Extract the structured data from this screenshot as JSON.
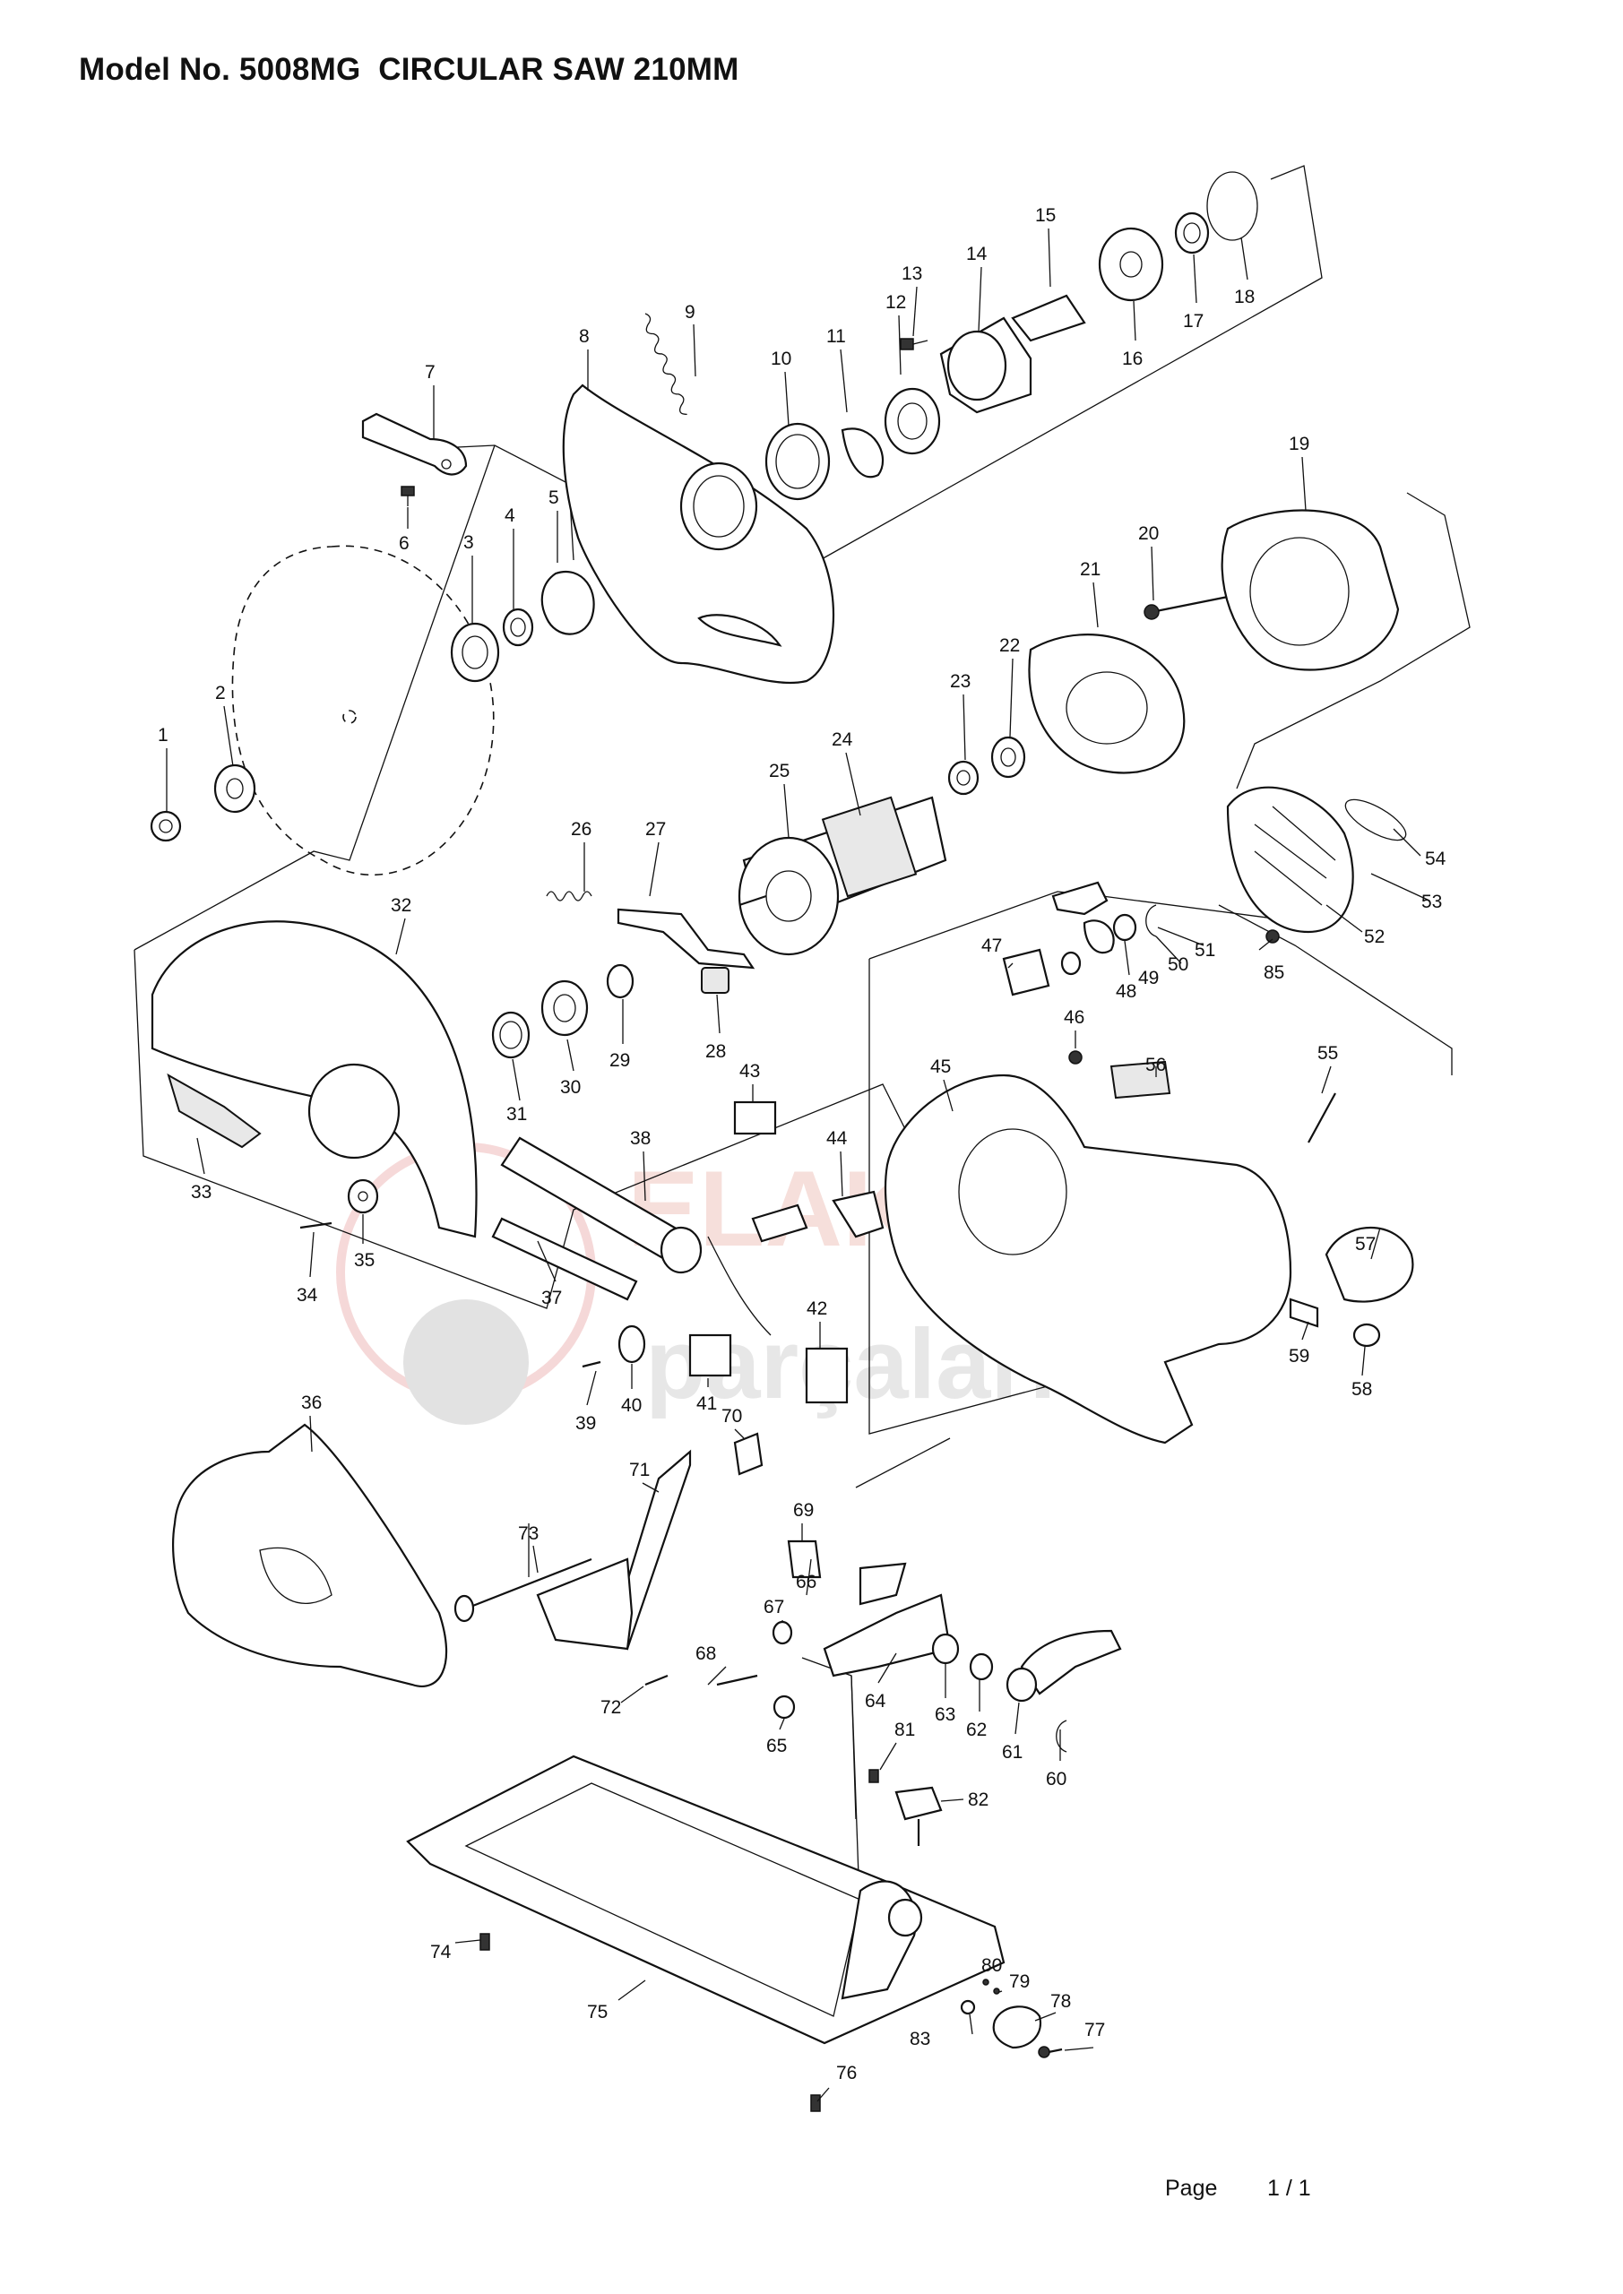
{
  "title": "Model No. 5008MG  CIRCULAR SAW 210MM",
  "footer": {
    "page_label": "Page",
    "page_value": "1 / 1"
  },
  "watermark": {
    "line1": "ELAKETI",
    "line2": "parçaları"
  },
  "parts": [
    {
      "no": "1"
    },
    {
      "no": "2"
    },
    {
      "no": "3"
    },
    {
      "no": "4"
    },
    {
      "no": "5"
    },
    {
      "no": "6"
    },
    {
      "no": "7"
    },
    {
      "no": "8"
    },
    {
      "no": "9"
    },
    {
      "no": "10"
    },
    {
      "no": "11"
    },
    {
      "no": "12"
    },
    {
      "no": "13"
    },
    {
      "no": "14"
    },
    {
      "no": "15"
    },
    {
      "no": "16"
    },
    {
      "no": "17"
    },
    {
      "no": "18"
    },
    {
      "no": "19"
    },
    {
      "no": "20"
    },
    {
      "no": "21"
    },
    {
      "no": "22"
    },
    {
      "no": "23"
    },
    {
      "no": "24"
    },
    {
      "no": "25"
    },
    {
      "no": "26"
    },
    {
      "no": "27"
    },
    {
      "no": "28"
    },
    {
      "no": "29"
    },
    {
      "no": "30"
    },
    {
      "no": "31"
    },
    {
      "no": "32"
    },
    {
      "no": "33"
    },
    {
      "no": "34"
    },
    {
      "no": "35"
    },
    {
      "no": "36"
    },
    {
      "no": "37"
    },
    {
      "no": "38"
    },
    {
      "no": "39"
    },
    {
      "no": "40"
    },
    {
      "no": "41"
    },
    {
      "no": "42"
    },
    {
      "no": "43"
    },
    {
      "no": "44"
    },
    {
      "no": "45"
    },
    {
      "no": "46"
    },
    {
      "no": "47"
    },
    {
      "no": "48"
    },
    {
      "no": "49"
    },
    {
      "no": "50"
    },
    {
      "no": "51"
    },
    {
      "no": "52"
    },
    {
      "no": "53"
    },
    {
      "no": "54"
    },
    {
      "no": "55"
    },
    {
      "no": "56"
    },
    {
      "no": "57"
    },
    {
      "no": "58"
    },
    {
      "no": "59"
    },
    {
      "no": "60"
    },
    {
      "no": "61"
    },
    {
      "no": "62"
    },
    {
      "no": "63"
    },
    {
      "no": "64"
    },
    {
      "no": "65"
    },
    {
      "no": "66"
    },
    {
      "no": "67"
    },
    {
      "no": "68"
    },
    {
      "no": "69"
    },
    {
      "no": "70"
    },
    {
      "no": "71"
    },
    {
      "no": "72"
    },
    {
      "no": "73"
    },
    {
      "no": "74"
    },
    {
      "no": "75"
    },
    {
      "no": "76"
    },
    {
      "no": "77"
    },
    {
      "no": "78"
    },
    {
      "no": "79"
    },
    {
      "no": "80"
    },
    {
      "no": "81"
    },
    {
      "no": "82"
    },
    {
      "no": "83"
    },
    {
      "no": "85"
    }
  ]
}
